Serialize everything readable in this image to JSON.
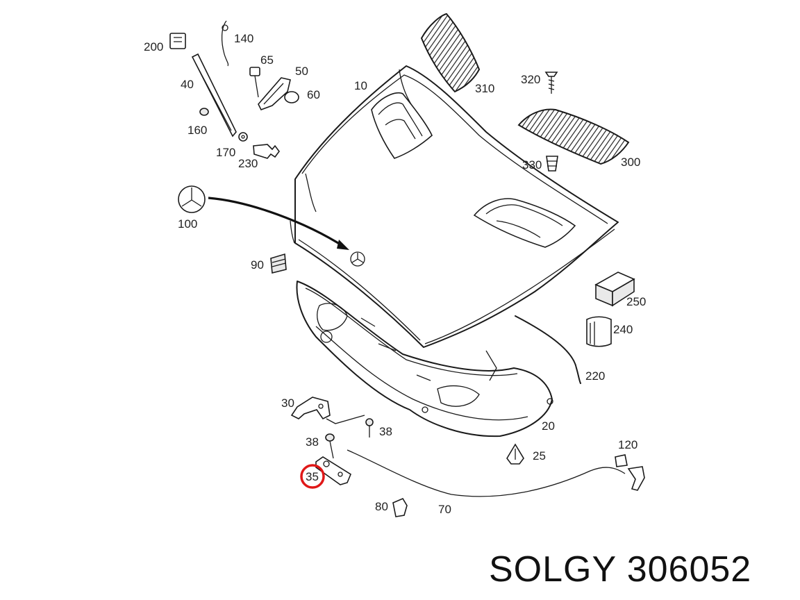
{
  "diagram": {
    "part_numbers": {
      "p10": "10",
      "p20": "20",
      "p25": "25",
      "p30": "30",
      "p35": "35",
      "p38a": "38",
      "p38b": "38",
      "p40": "40",
      "p50": "50",
      "p60": "60",
      "p65": "65",
      "p70": "70",
      "p80": "80",
      "p90": "90",
      "p100": "100",
      "p120": "120",
      "p140": "140",
      "p160": "160",
      "p170": "170",
      "p200": "200",
      "p220": "220",
      "p230": "230",
      "p240": "240",
      "p250": "250",
      "p300": "300",
      "p310": "310",
      "p320": "320",
      "p330": "330"
    },
    "highlighted_part": "35",
    "highlight_color": "#e01818"
  },
  "caption": "SOLGY 306052"
}
